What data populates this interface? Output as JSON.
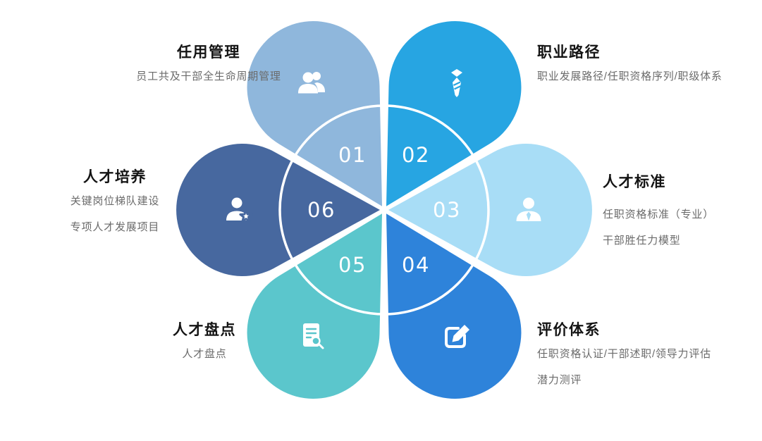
{
  "diagram": {
    "kind": "six-petal-flower",
    "background_color": "#ffffff",
    "ring_color": "#ffffff"
  },
  "petals": [
    {
      "number": "01",
      "title": "任用管理",
      "descriptions": [
        "员工共及干部全生命周期管理"
      ],
      "color": "#8FB7DC",
      "icon": "users-icon"
    },
    {
      "number": "02",
      "title": "职业路径",
      "descriptions": [
        "职业发展路径/任职资格序列/职级体系"
      ],
      "color": "#27A5E2",
      "icon": "necktie-icon"
    },
    {
      "number": "03",
      "title": "人才标准",
      "descriptions": [
        "任职资格标准（专业）",
        "干部胜任力模型"
      ],
      "color": "#A8DDF6",
      "icon": "user-icon"
    },
    {
      "number": "04",
      "title": "评价体系",
      "descriptions": [
        "任职资格认证/干部述职/领导力评估",
        "潜力测评"
      ],
      "color": "#2E83DA",
      "icon": "edit-icon"
    },
    {
      "number": "05",
      "title": "人才盘点",
      "descriptions": [
        "人才盘点"
      ],
      "color": "#5BC6CC",
      "icon": "document-search-icon"
    },
    {
      "number": "06",
      "title": "人才培养",
      "descriptions": [
        "关键岗位梯队建设",
        "专项人才发展项目"
      ],
      "color": "#47689F",
      "icon": "user-star-icon"
    }
  ]
}
